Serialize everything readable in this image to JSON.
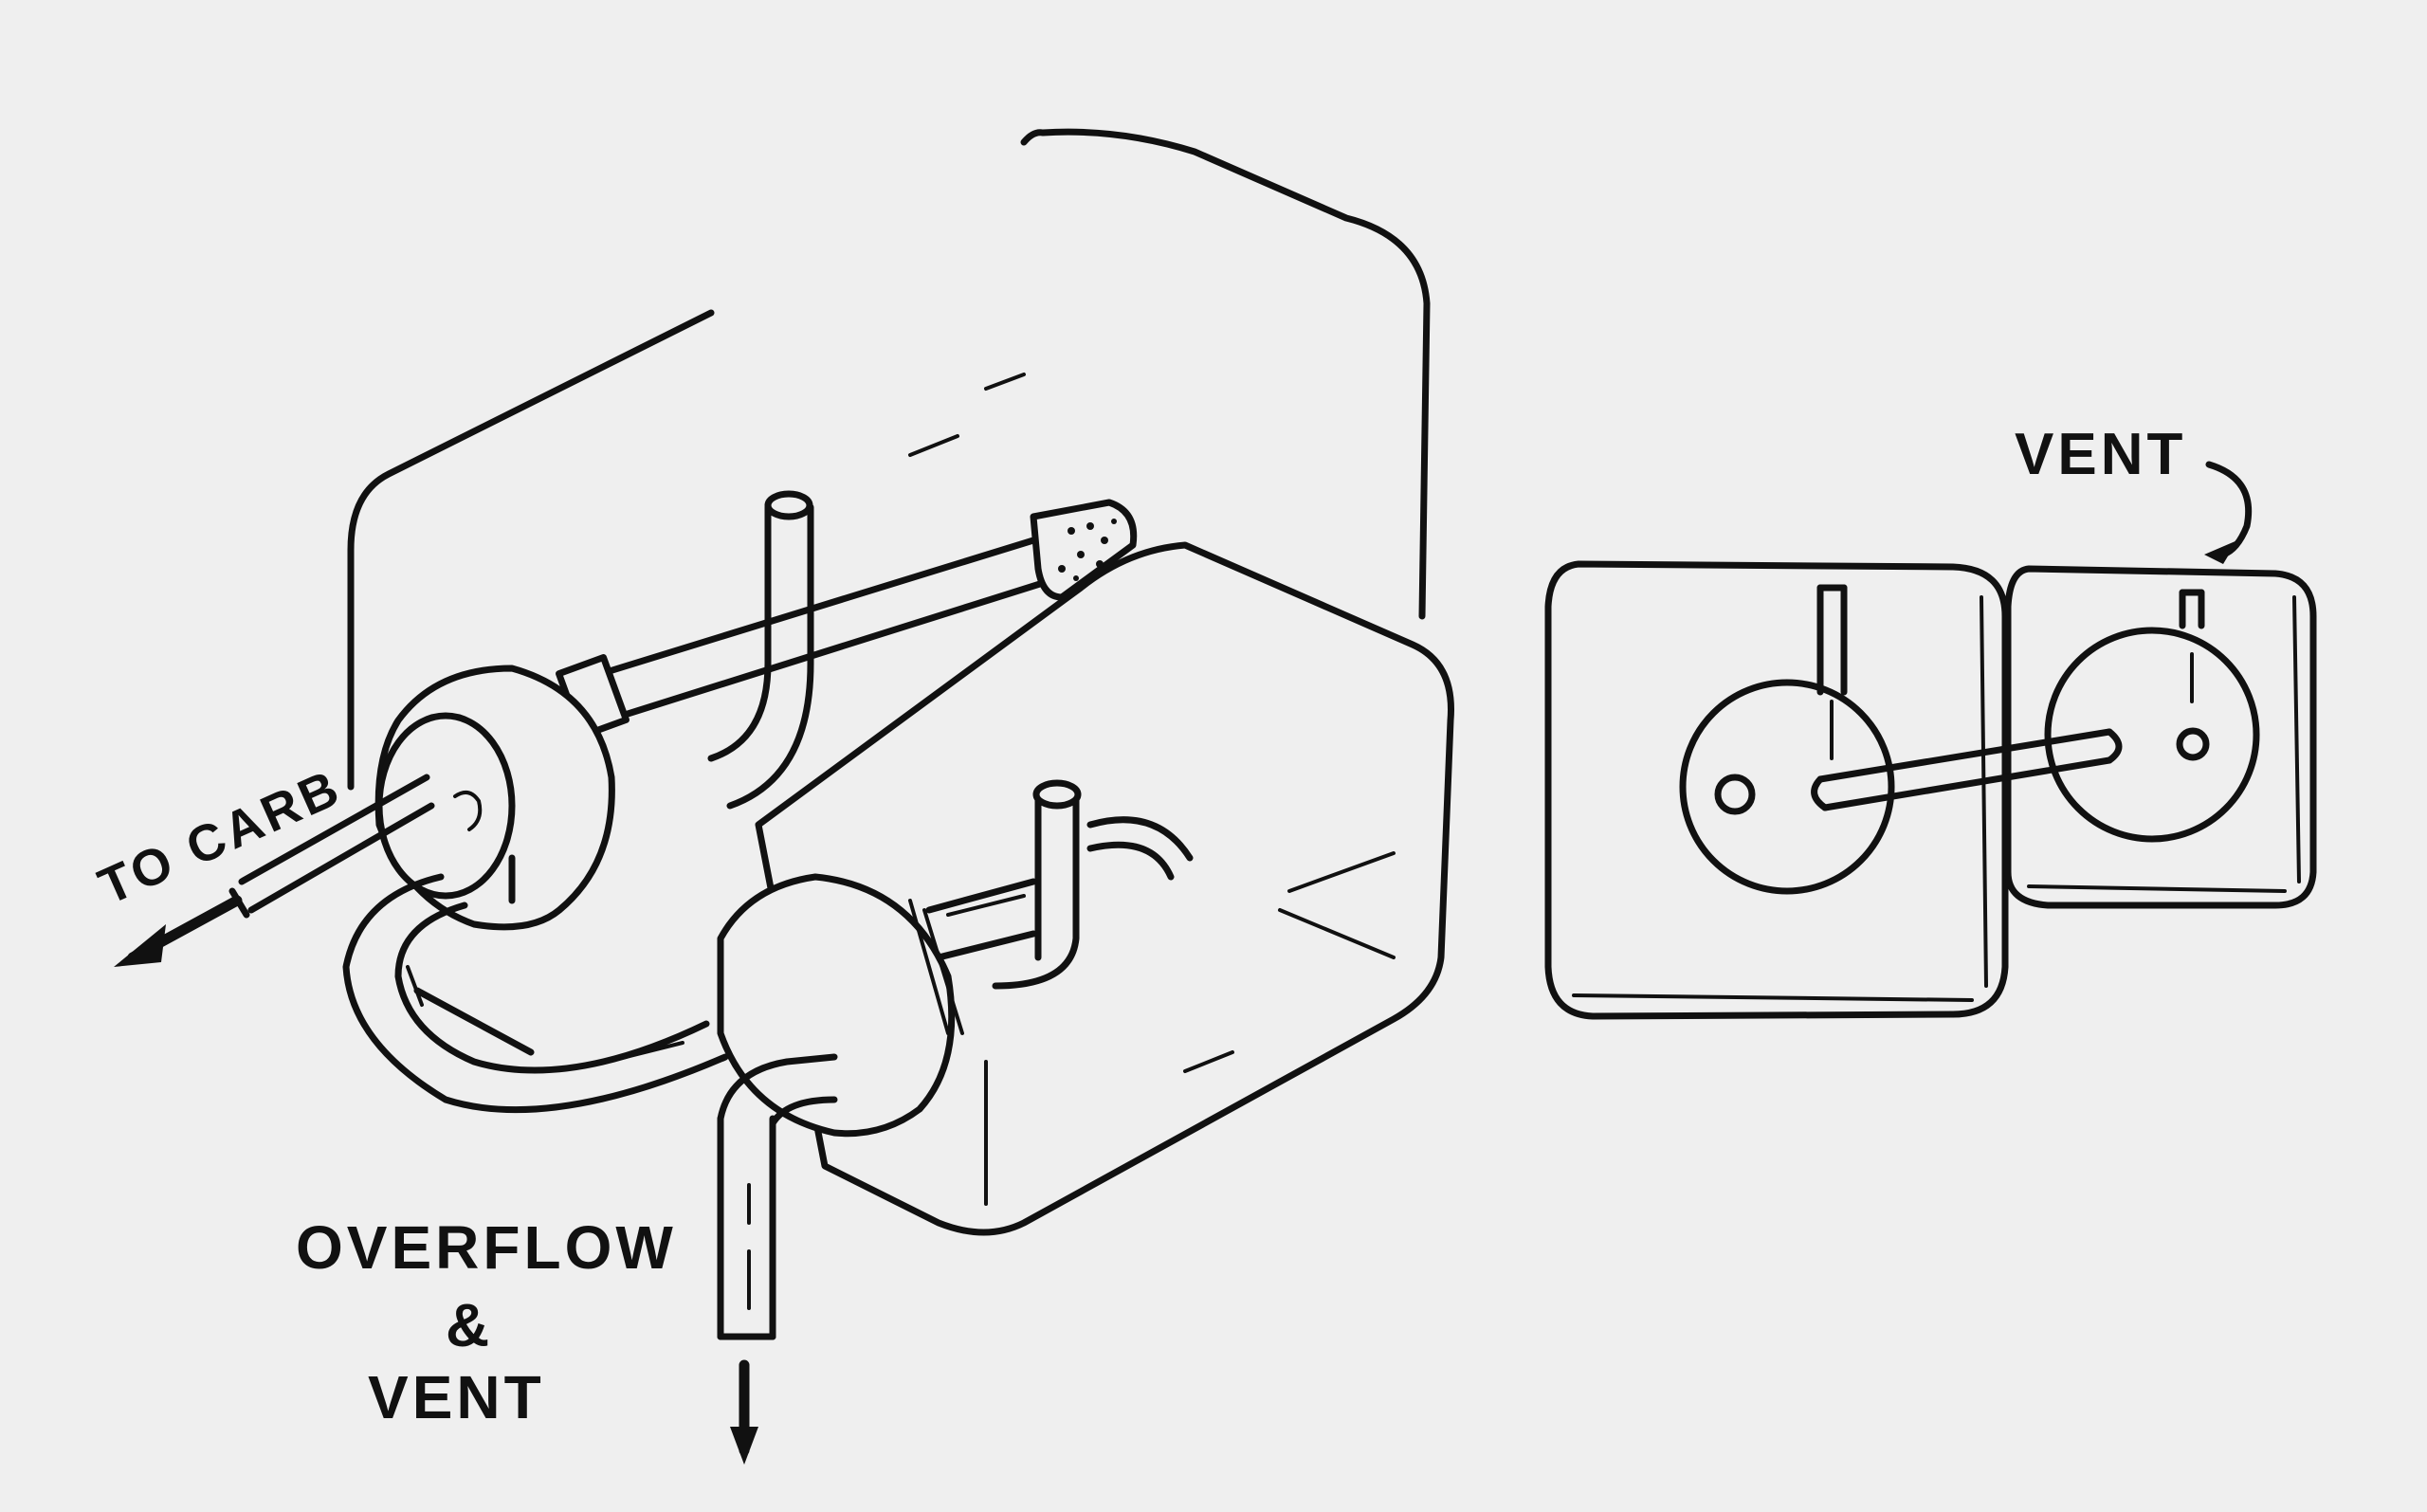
{
  "labels": {
    "to_carb": "TO CARB",
    "overflow": "OVERFLOW",
    "ampersand": "&",
    "overflow_vent": "VENT",
    "vent": "VENT"
  },
  "colors": {
    "paper": "#efefef",
    "ink": "#111111"
  }
}
